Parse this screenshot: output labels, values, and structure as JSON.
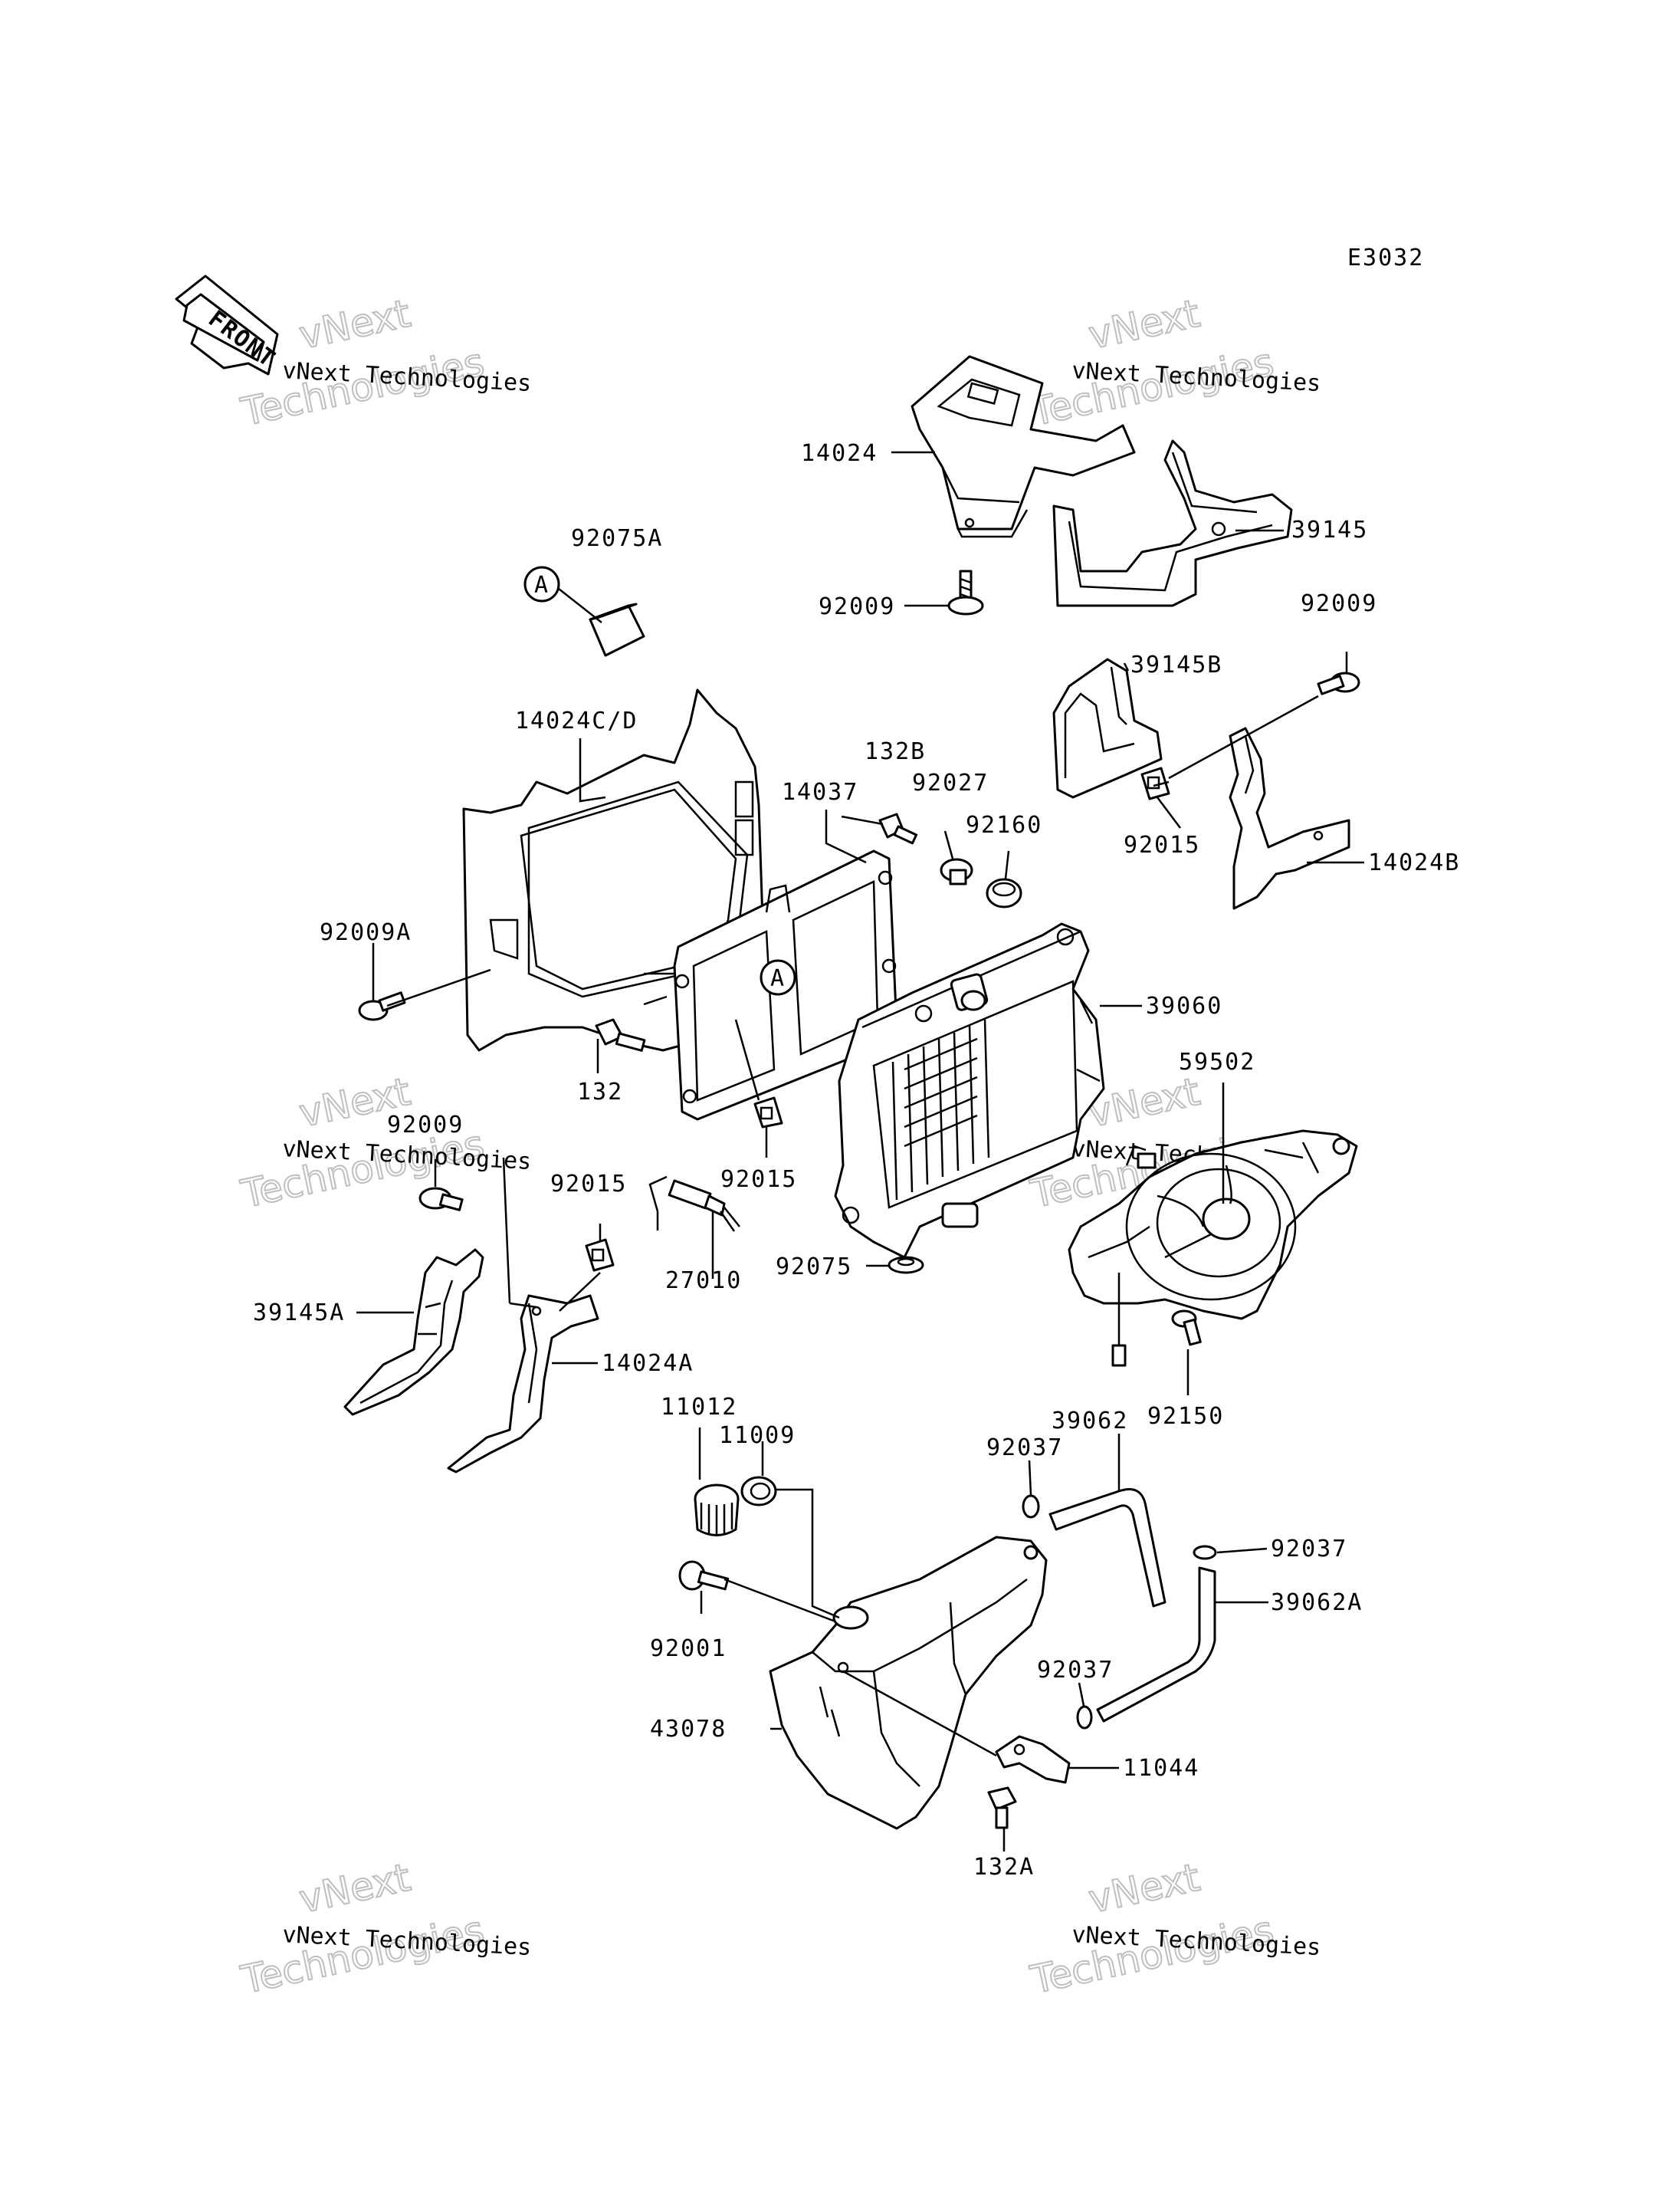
{
  "diagram_code": "E3032",
  "front_arrow_label": "FRONT",
  "watermark": {
    "line1": "vNext Technologies",
    "outline_top": "vNext",
    "outline_bottom": "Technologies"
  },
  "callout_letter": "A",
  "labels": {
    "p14024": "14024",
    "p39145": "39145",
    "p92009_top": "92009",
    "p92075A": "92075A",
    "p92009_right": "92009",
    "p39145B": "39145B",
    "p14024CD": "14024C/D",
    "p132B": "132B",
    "p92027": "92027",
    "p14037": "14037",
    "p92160": "92160",
    "p92015_right": "92015",
    "p14024B": "14024B",
    "p92009A": "92009A",
    "p39060": "39060",
    "p132": "132",
    "p59502": "59502",
    "p92009_left": "92009",
    "p92015_mid": "92015",
    "p92015_left": "92015",
    "p27010": "27010",
    "p92075": "92075",
    "p39145A": "39145A",
    "p14024A": "14024A",
    "p92150": "92150",
    "p11012": "11012",
    "p39062": "39062",
    "p11009": "11009",
    "p92037_a": "92037",
    "p92037_b": "92037",
    "p39062A": "39062A",
    "p92001": "92001",
    "p92037_c": "92037",
    "p43078": "43078",
    "p11044": "11044",
    "p132A": "132A"
  }
}
